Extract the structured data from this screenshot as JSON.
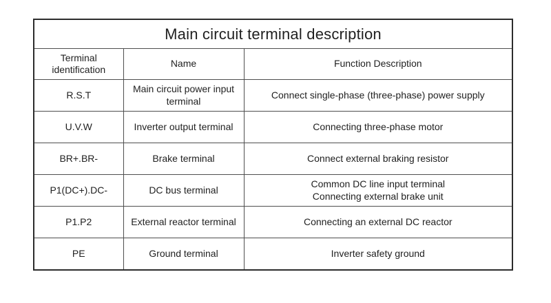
{
  "table": {
    "title": "Main circuit terminal description",
    "headers": {
      "terminal": "Terminal\nidentification",
      "name": "Name",
      "desc": "Function Description"
    },
    "rows": [
      {
        "terminal": "R.S.T",
        "name": "Main circuit power input terminal",
        "desc": "Connect single-phase (three-phase) power supply"
      },
      {
        "terminal": "U.V.W",
        "name": "Inverter output terminal",
        "desc": "Connecting three-phase motor"
      },
      {
        "terminal": "BR+.BR-",
        "name": "Brake terminal",
        "desc": "Connect external braking resistor"
      },
      {
        "terminal": "P1(DC+).DC-",
        "name": "DC bus terminal",
        "desc": "Common DC line input terminal\nConnecting external brake unit"
      },
      {
        "terminal": "P1.P2",
        "name": "External reactor terminal",
        "desc": "Connecting an external DC reactor"
      },
      {
        "terminal": "PE",
        "name": "Ground terminal",
        "desc": "Inverter safety ground"
      }
    ]
  }
}
